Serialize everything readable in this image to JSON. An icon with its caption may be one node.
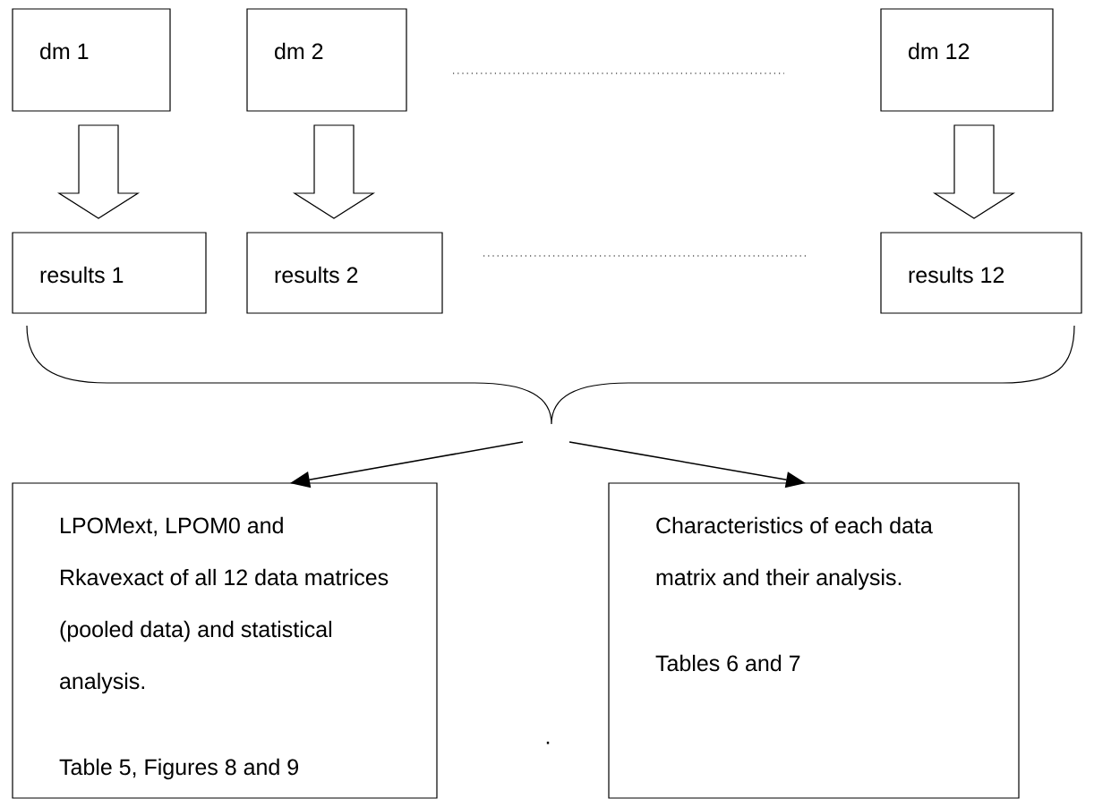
{
  "diagram": {
    "nodes": [
      {
        "text": [
          "dm 1"
        ]
      },
      {
        "text": [
          "dm 2"
        ]
      },
      {
        "text": [
          "dm 12"
        ]
      },
      {
        "text": [
          "results 1"
        ]
      },
      {
        "text": [
          "results 2"
        ]
      },
      {
        "text": [
          "results 12"
        ]
      },
      {
        "text": [
          "LPOMext, LPOM0 and Rkavexact of all 12 data matrices (pooled data) and statistical analysis.",
          "Table 5, Figures 8 and 9"
        ]
      },
      {
        "text": [
          "Characteristics of each data matrix and their analysis.",
          "Tables 6 and 7"
        ]
      }
    ],
    "edges": [
      {
        "from": 0,
        "to": 3,
        "arrow": "to"
      },
      {
        "from": 1,
        "to": 4,
        "arrow": "to"
      },
      {
        "from": 2,
        "to": 5,
        "arrow": "to"
      },
      {
        "from": null,
        "to": 6,
        "arrow": "to"
      },
      {
        "from": null,
        "to": 7,
        "arrow": "to"
      }
    ],
    "labels": [
      "."
    ]
  }
}
